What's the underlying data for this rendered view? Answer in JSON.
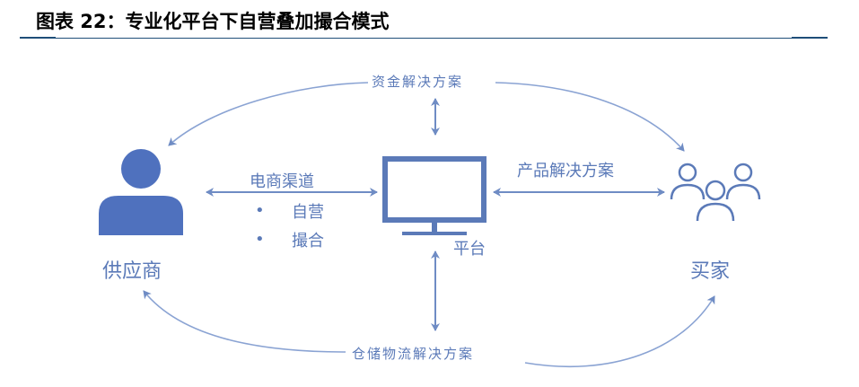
{
  "title": "图表 22：专业化平台下自营叠加撮合模式",
  "nodes": {
    "supplier": "供应商",
    "platform": "平台",
    "buyer": "买家"
  },
  "edges": {
    "finance": "资金解决方案",
    "ecommerce": "电商渠道",
    "product": "产品解决方案",
    "logistics": "仓储物流解决方案"
  },
  "channel_items": [
    "自营",
    "撮合"
  ],
  "bullet": "•",
  "colors": {
    "accent": "#5b7ab8",
    "title_rule": "#1f4e79"
  }
}
